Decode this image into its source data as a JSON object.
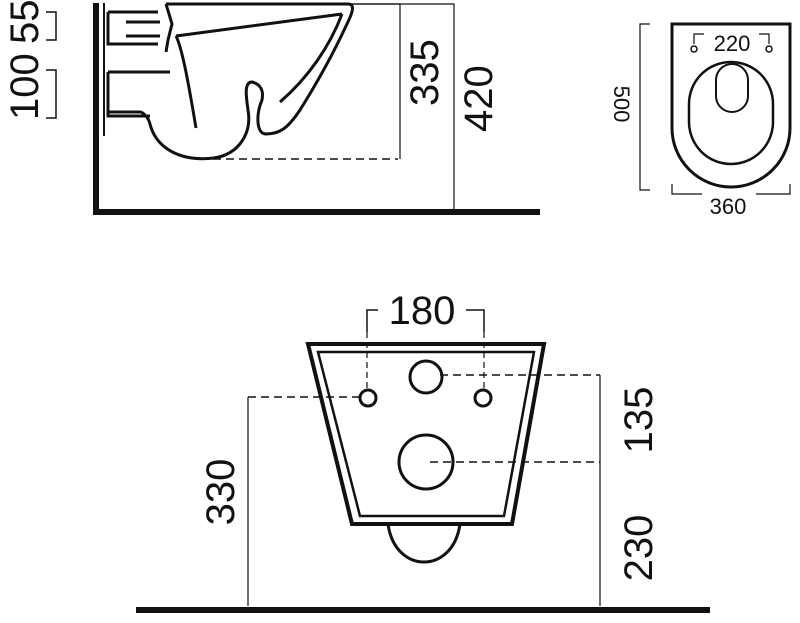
{
  "colors": {
    "stroke": "#111111",
    "background": "#ffffff"
  },
  "side_view": {
    "dimensions": {
      "pipe_top": "55",
      "pipe_lower": "100",
      "rim_height": "335",
      "overall_height": "420"
    }
  },
  "top_view": {
    "dimensions": {
      "bolt_spacing": "220",
      "length": "500",
      "width": "360"
    }
  },
  "front_view": {
    "dimensions": {
      "bolt_spacing": "180",
      "bolt_to_outlet": "135",
      "outlet_height": "230",
      "bolt_height": "330"
    }
  }
}
